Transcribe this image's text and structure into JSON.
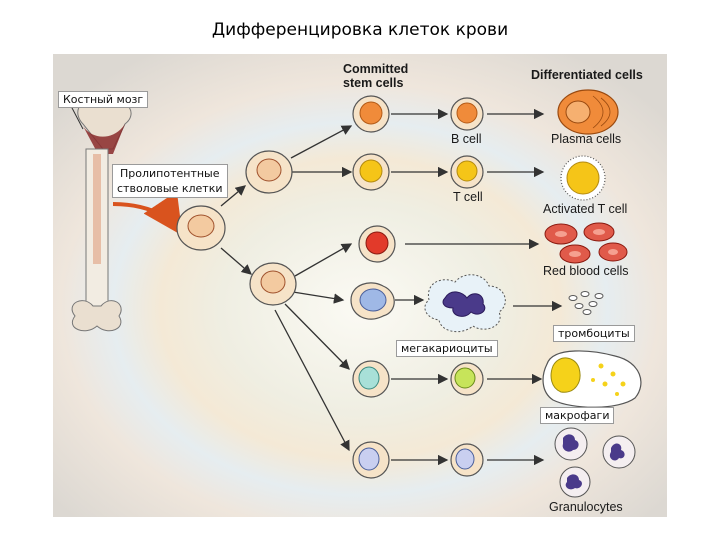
{
  "title": "Дифференцировка клеток крови",
  "headers": {
    "committed_line1": "Committed",
    "committed_line2": "stem cells",
    "differentiated": "Differentiated cells"
  },
  "cell_labels": {
    "b_cell": "B cell",
    "t_cell": "T cell",
    "plasma": "Plasma cells",
    "activated_t": "Activated T cell",
    "rbc": "Red blood cells",
    "granulocytes": "Granulocytes"
  },
  "callouts": {
    "bone_marrow": "Костный мозг",
    "pluripotent_line1": "Пролипотентные",
    "pluripotent_line2": "стволовые клетки",
    "megakaryocytes": "мегакариоциты",
    "platelets": "тромбоциты",
    "macrophages": "макрофаги"
  },
  "colors": {
    "background_halo": "#e8e4d8",
    "cell_cream": "#f6e3c8",
    "nucleus_orange": "#f08b3a",
    "nucleus_yellow": "#f5c518",
    "nucleus_red": "#e23a2a",
    "nucleus_blue": "#9fb8e6",
    "nucleus_green": "#c7e45a",
    "nucleus_purple": "#4a3a8a",
    "arrow": "#333333"
  }
}
